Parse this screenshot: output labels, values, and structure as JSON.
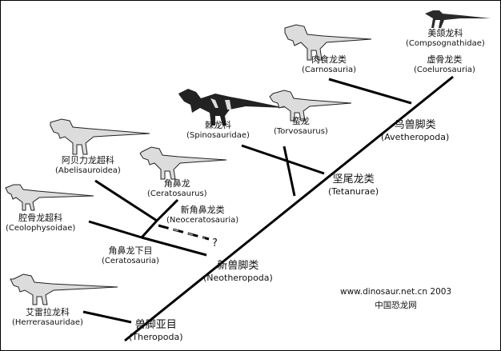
{
  "clades": {
    "theropoda": {
      "cn": "兽脚亚目",
      "en": "(Theropoda)"
    },
    "herrerasauridae": {
      "cn": "艾雷拉龙科",
      "en": "(Herrerasauridae)"
    },
    "neotheropoda": {
      "cn": "新兽脚类",
      "en": "(Neotheropoda)"
    },
    "ceratosauria": {
      "cn": "角鼻龙下目",
      "en": "(Ceratosauria)"
    },
    "ceolophysoidae": {
      "cn": "腔骨龙超科",
      "en": "(Ceolophysoidae)"
    },
    "abelisauroidea": {
      "cn": "阿贝力龙超科",
      "en": "(Abelisauroidea)"
    },
    "ceratosaurus": {
      "cn": "角鼻龙",
      "en": "(Ceratosaurus)"
    },
    "neoceratosauria": {
      "cn": "新角鼻龙类",
      "en": "(Neoceratosauria)"
    },
    "tetanurae": {
      "cn": "坚尾龙类",
      "en": "(Tetanurae)"
    },
    "spinosauridae": {
      "cn": "棘龙科",
      "en": "(Spinosauridae)"
    },
    "torvosaurus": {
      "cn": "蛮龙",
      "en": "(Torvosaurus)"
    },
    "avetheropoda": {
      "cn": "鸟兽脚类",
      "en": "(Avetheropoda)"
    },
    "carnosauria": {
      "cn": "肉食龙类",
      "en": "(Carnosauria)"
    },
    "compsognathidae": {
      "cn": "美颌龙科",
      "en": "(Compsognathidae)"
    },
    "coelurosauria": {
      "cn": "虚骨龙类",
      "en": "(Coelurosauria)"
    }
  },
  "uncertain_mark": "?",
  "credit": {
    "url": "www.dinosaur.net.cn 2003",
    "site": "中国恐龙网"
  },
  "colors": {
    "line": "#000000",
    "dash_light": "#aaaaaa",
    "silhouette_dark": "#222222",
    "silhouette_light": "#e6e6e6"
  }
}
